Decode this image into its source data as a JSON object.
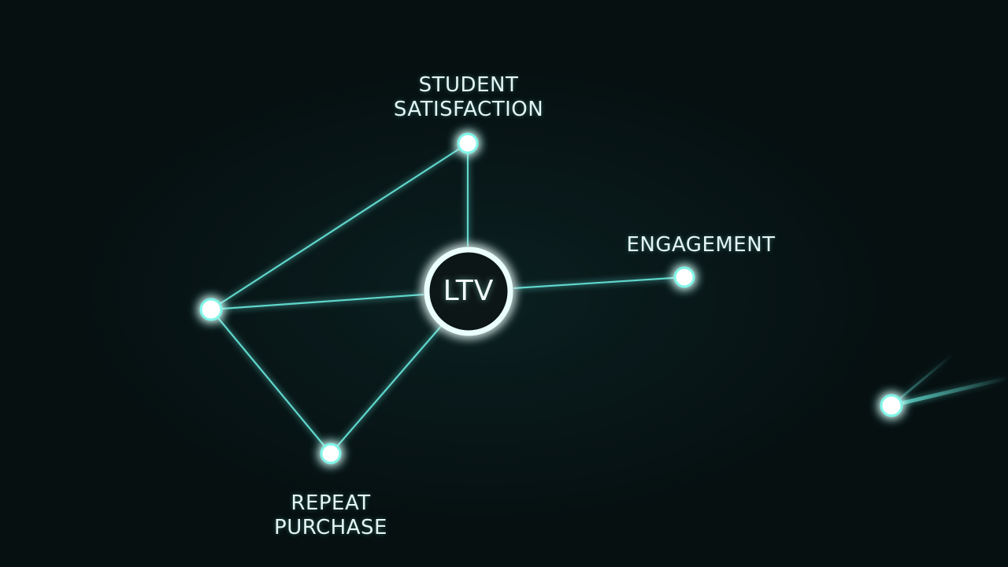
{
  "hub": {
    "label": "LTV"
  },
  "nodes": {
    "student_satisfaction": {
      "label": "STUDENT\nSATISFACTION"
    },
    "engagement": {
      "label": "ENGAGEMENT"
    },
    "repeat_purchase": {
      "label": "REPEAT\nPURCHASE"
    }
  },
  "colors": {
    "background": "#061011",
    "edge": "#5fd6cc",
    "node_glow": "#7ff5e8",
    "node_core": "#ffffff",
    "text": "#e4f6f4"
  }
}
